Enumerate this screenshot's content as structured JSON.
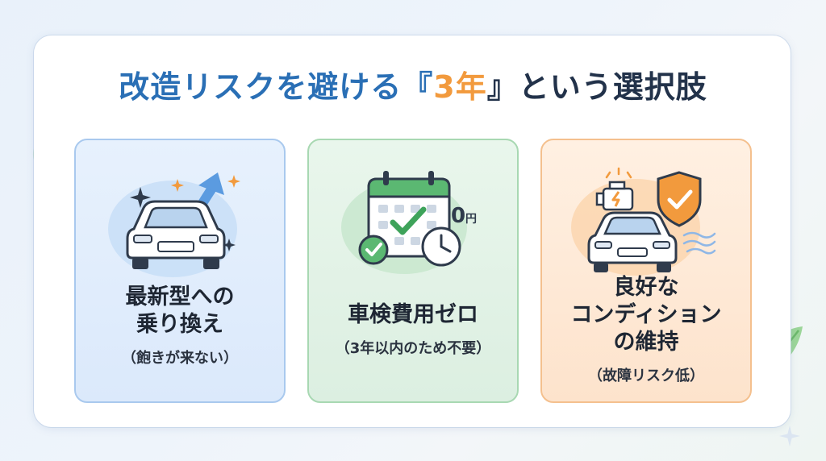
{
  "title": {
    "part1": "改造リスクを避ける『",
    "part2": "3年",
    "part3": "』という選択肢"
  },
  "cards": [
    {
      "heading_line1": "最新型への",
      "heading_line2": "乗り換え",
      "note": "（飽きが来ない）",
      "icons": [
        "car-icon",
        "arrow-up-icon",
        "sparkle-icon"
      ],
      "accent": "#5b9be0"
    },
    {
      "heading": "車検費用ゼロ",
      "note": "（3年以内のため不要）",
      "badge": "0",
      "badge_unit": "円",
      "icons": [
        "calendar-check-icon",
        "check-circle-icon",
        "clock-icon"
      ],
      "accent": "#4caf6a"
    },
    {
      "heading_line1": "良好な",
      "heading_line2": "コンディション",
      "heading_line3": "の維持",
      "note": "（故障リスク低）",
      "icons": [
        "engine-icon",
        "shield-icon",
        "car-icon",
        "wind-icon"
      ],
      "accent": "#f29a3d"
    }
  ],
  "colors": {
    "title_blue": "#2a6fb5",
    "title_orange": "#f29a3d",
    "title_dark": "#22324a"
  }
}
